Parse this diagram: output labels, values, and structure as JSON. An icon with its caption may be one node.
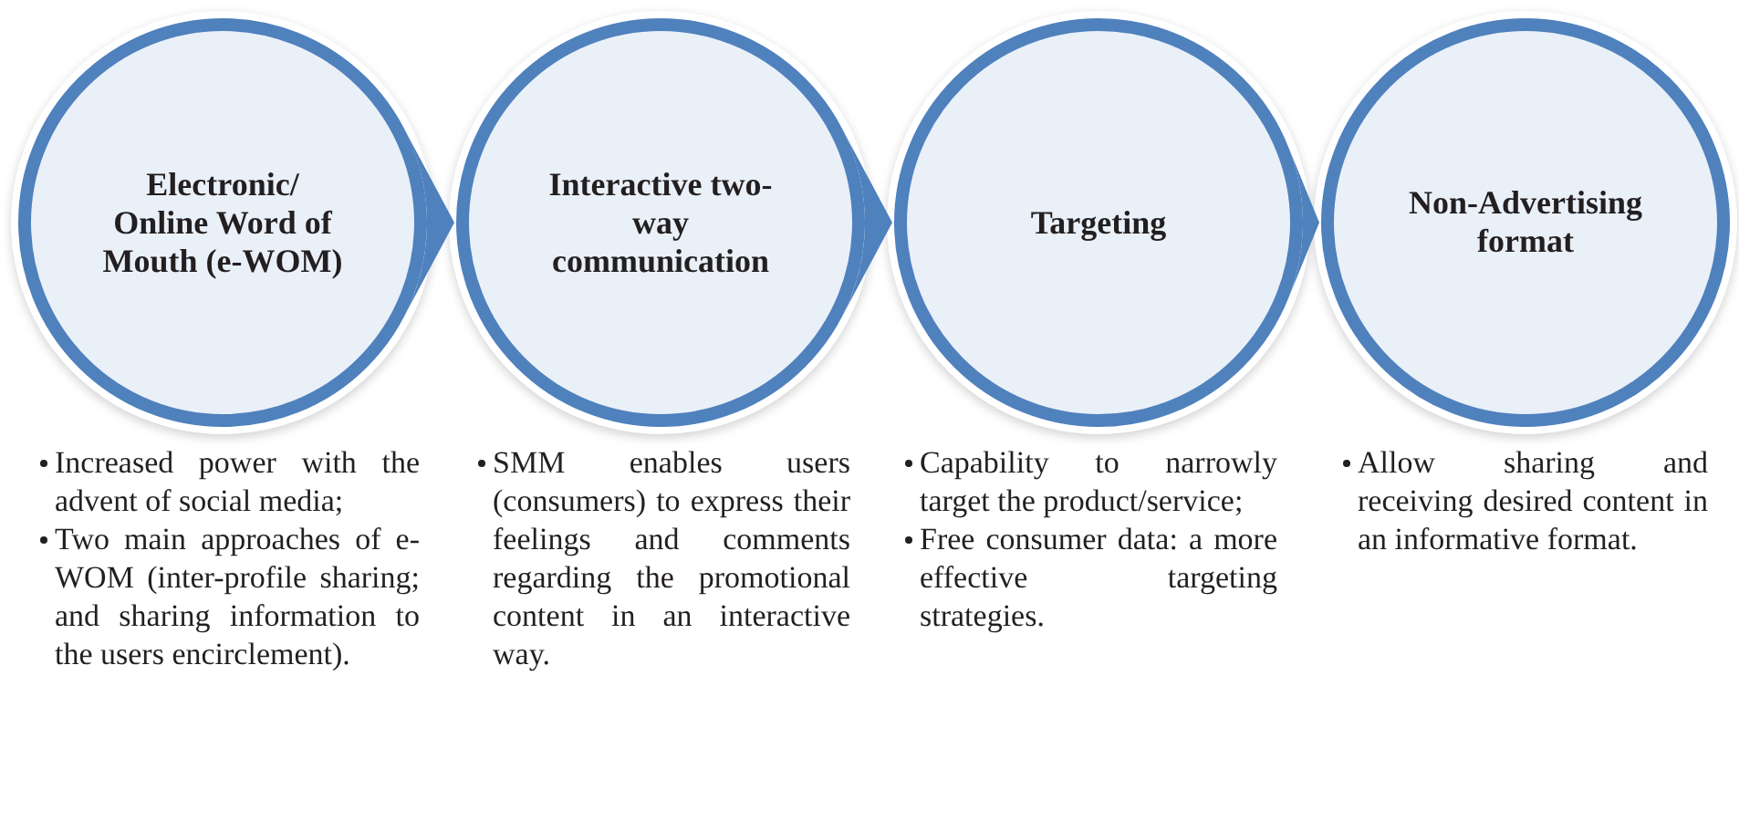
{
  "diagram": {
    "nodes": [
      {
        "text": [
          "Electronic/ Online Word of Mouth (e-WOM)"
        ],
        "beside": [
          "Increased power with the advent of social media;",
          "Two main approaches of e-WOM (inter-profile sharing; and sharing information to the users encirclement)."
        ]
      },
      {
        "text": [
          "Interactive two-way communication"
        ],
        "beside": [
          "SMM enables users (consumers) to express their feelings and comments regarding the promotional content in an interactive way."
        ]
      },
      {
        "text": [
          "Targeting"
        ],
        "beside": [
          "Capability to narrowly target the product/service;",
          "Free consumer data: a more effective targeting strategies."
        ]
      },
      {
        "text": [
          "Non-Advertising format"
        ],
        "beside": [
          "Allow sharing and receiving desired content in an informative format."
        ]
      }
    ],
    "edges": [
      {
        "from": 0,
        "to": 1,
        "arrow": "to"
      },
      {
        "from": 1,
        "to": 2,
        "arrow": "to"
      },
      {
        "from": 2,
        "to": 3,
        "arrow": "to"
      }
    ]
  }
}
